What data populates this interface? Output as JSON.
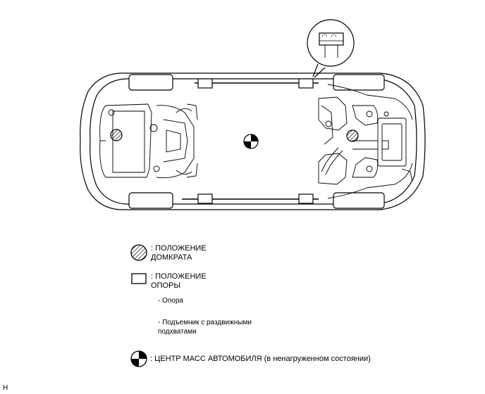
{
  "legend": {
    "jack_position": ": ПОЛОЖЕНИЕ\nДОМКРАТА",
    "support_position": ": ПОЛОЖЕНИЕ\nОПОРЫ",
    "stand": "- Опора",
    "lift": "- Подъемник с раздвижными\nподхватами",
    "center_of_mass": ": ЦЕНТР МАСС АВТОМОБИЛЯ (в ненагруженном состоянии)"
  },
  "corner_code": "H",
  "icons": {
    "jack": "hatched-circle-icon",
    "support": "rectangle-icon",
    "center": "center-of-mass-icon"
  }
}
